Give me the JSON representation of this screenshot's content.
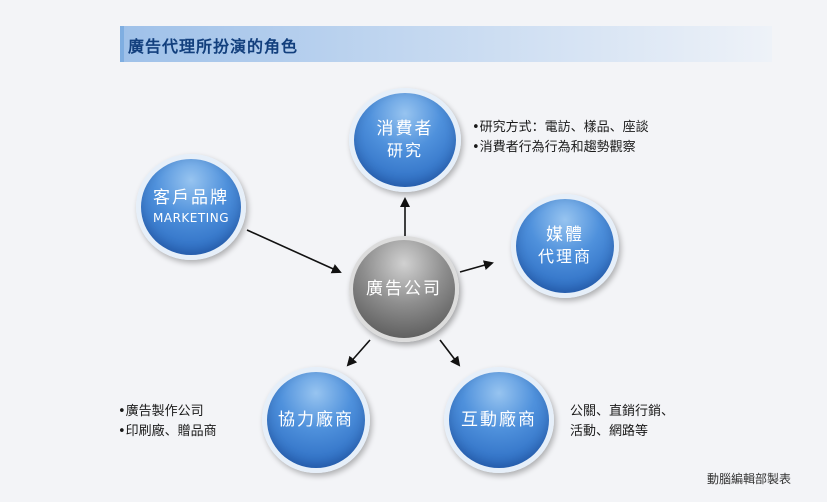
{
  "title": "廣告代理所扮演的角色",
  "nodes": {
    "center": {
      "line1": "廣告公司"
    },
    "client": {
      "line1": "客戶品牌",
      "line2": "MARKETING"
    },
    "consumer": {
      "line1": "消費者",
      "line2": "研究"
    },
    "media": {
      "line1": "媒體",
      "line2": "代理商"
    },
    "interactive": {
      "line1": "互動廠商"
    },
    "partner": {
      "line1": "協力廠商"
    }
  },
  "notes": {
    "consumer": [
      "•研究方式：電訪、樣品、座談",
      "•消費者行為行為和趨勢觀察"
    ],
    "partner": [
      "•廣告製作公司",
      "•印刷廠、贈品商"
    ],
    "interactive": [
      "公關、直銷行銷、",
      "活動、網路等"
    ]
  },
  "credit": "動腦編輯部製表",
  "colors": {
    "node_blue": "#2f72c9",
    "node_gray": "#7a7a7a",
    "title_text": "#123f7d"
  }
}
